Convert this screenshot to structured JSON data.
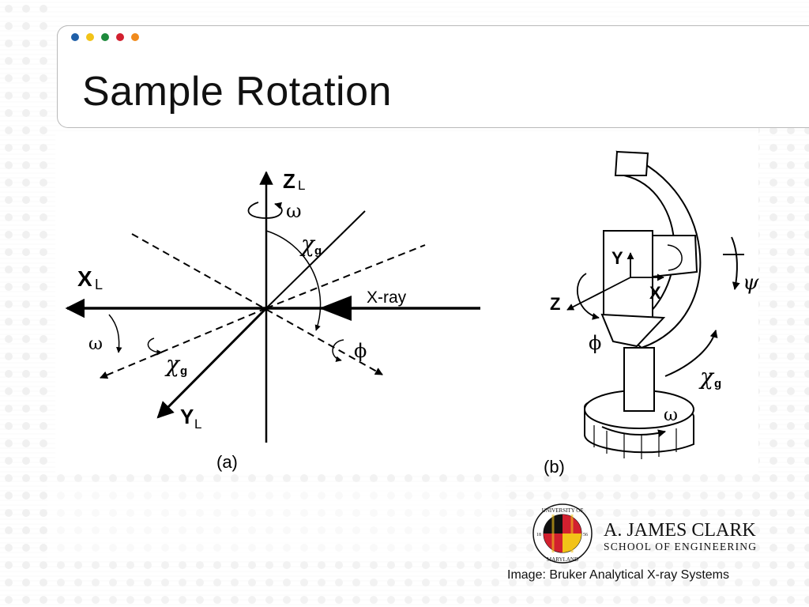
{
  "slide": {
    "title": "Sample Rotation",
    "accent_dots": [
      "#1f5fa8",
      "#f2c318",
      "#1e8a3c",
      "#d2202f",
      "#f08a1c"
    ]
  },
  "figure_a": {
    "axis_z": "Z",
    "axis_z_sub": "L",
    "axis_x": "X",
    "axis_x_sub": "L",
    "axis_y": "Y",
    "axis_y_sub": "L",
    "omega": "ω",
    "chi": "χ",
    "chi_sub": "g",
    "phi": "ϕ",
    "xray": "X-ray",
    "caption": "(a)"
  },
  "figure_b": {
    "axis_y": "Y",
    "axis_x": "X",
    "axis_z": "Z",
    "phi": "ϕ",
    "psi": "ψ",
    "chi": "χ",
    "chi_sub": "g",
    "omega": "ω",
    "caption": "(b)"
  },
  "logo": {
    "line1": "A. JAMES CLARK",
    "line2": "SCHOOL OF ENGINEERING",
    "seal_top": "UNIVERSITY OF",
    "seal_bottom": "MARYLAND",
    "seal_year_left": "18",
    "seal_year_right": "56"
  },
  "credit": "Image: Bruker Analytical X-ray Systems"
}
